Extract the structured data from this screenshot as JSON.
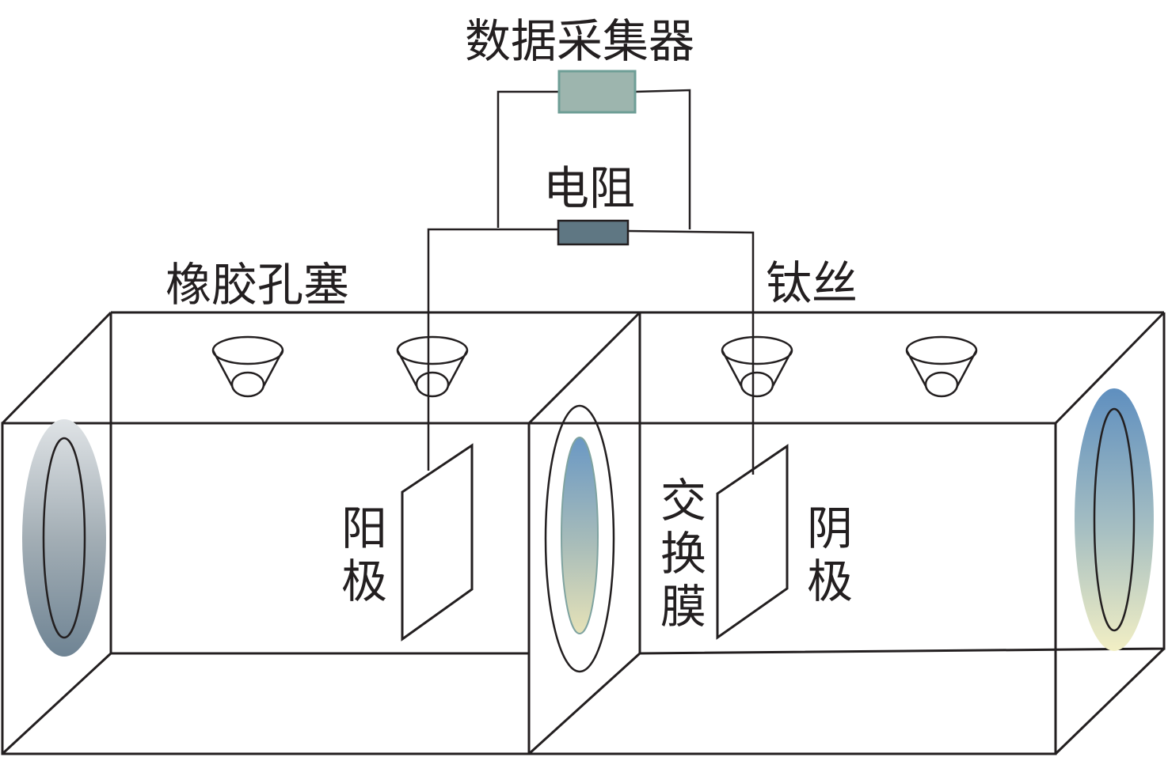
{
  "labels": {
    "data_logger": "数据采集器",
    "resistor": "电阻",
    "rubber_stopper": "橡胶孔塞",
    "titanium_wire": "钛丝",
    "anode": [
      "阳",
      "极"
    ],
    "cathode": [
      "阴",
      "极"
    ],
    "exchange_membrane": [
      "交",
      "换",
      "膜"
    ]
  },
  "colors": {
    "data_logger_fill": "#9db5ae",
    "data_logger_stroke": "#6e9e96",
    "resistor_fill": "#5f7783",
    "line": "#231f20"
  }
}
